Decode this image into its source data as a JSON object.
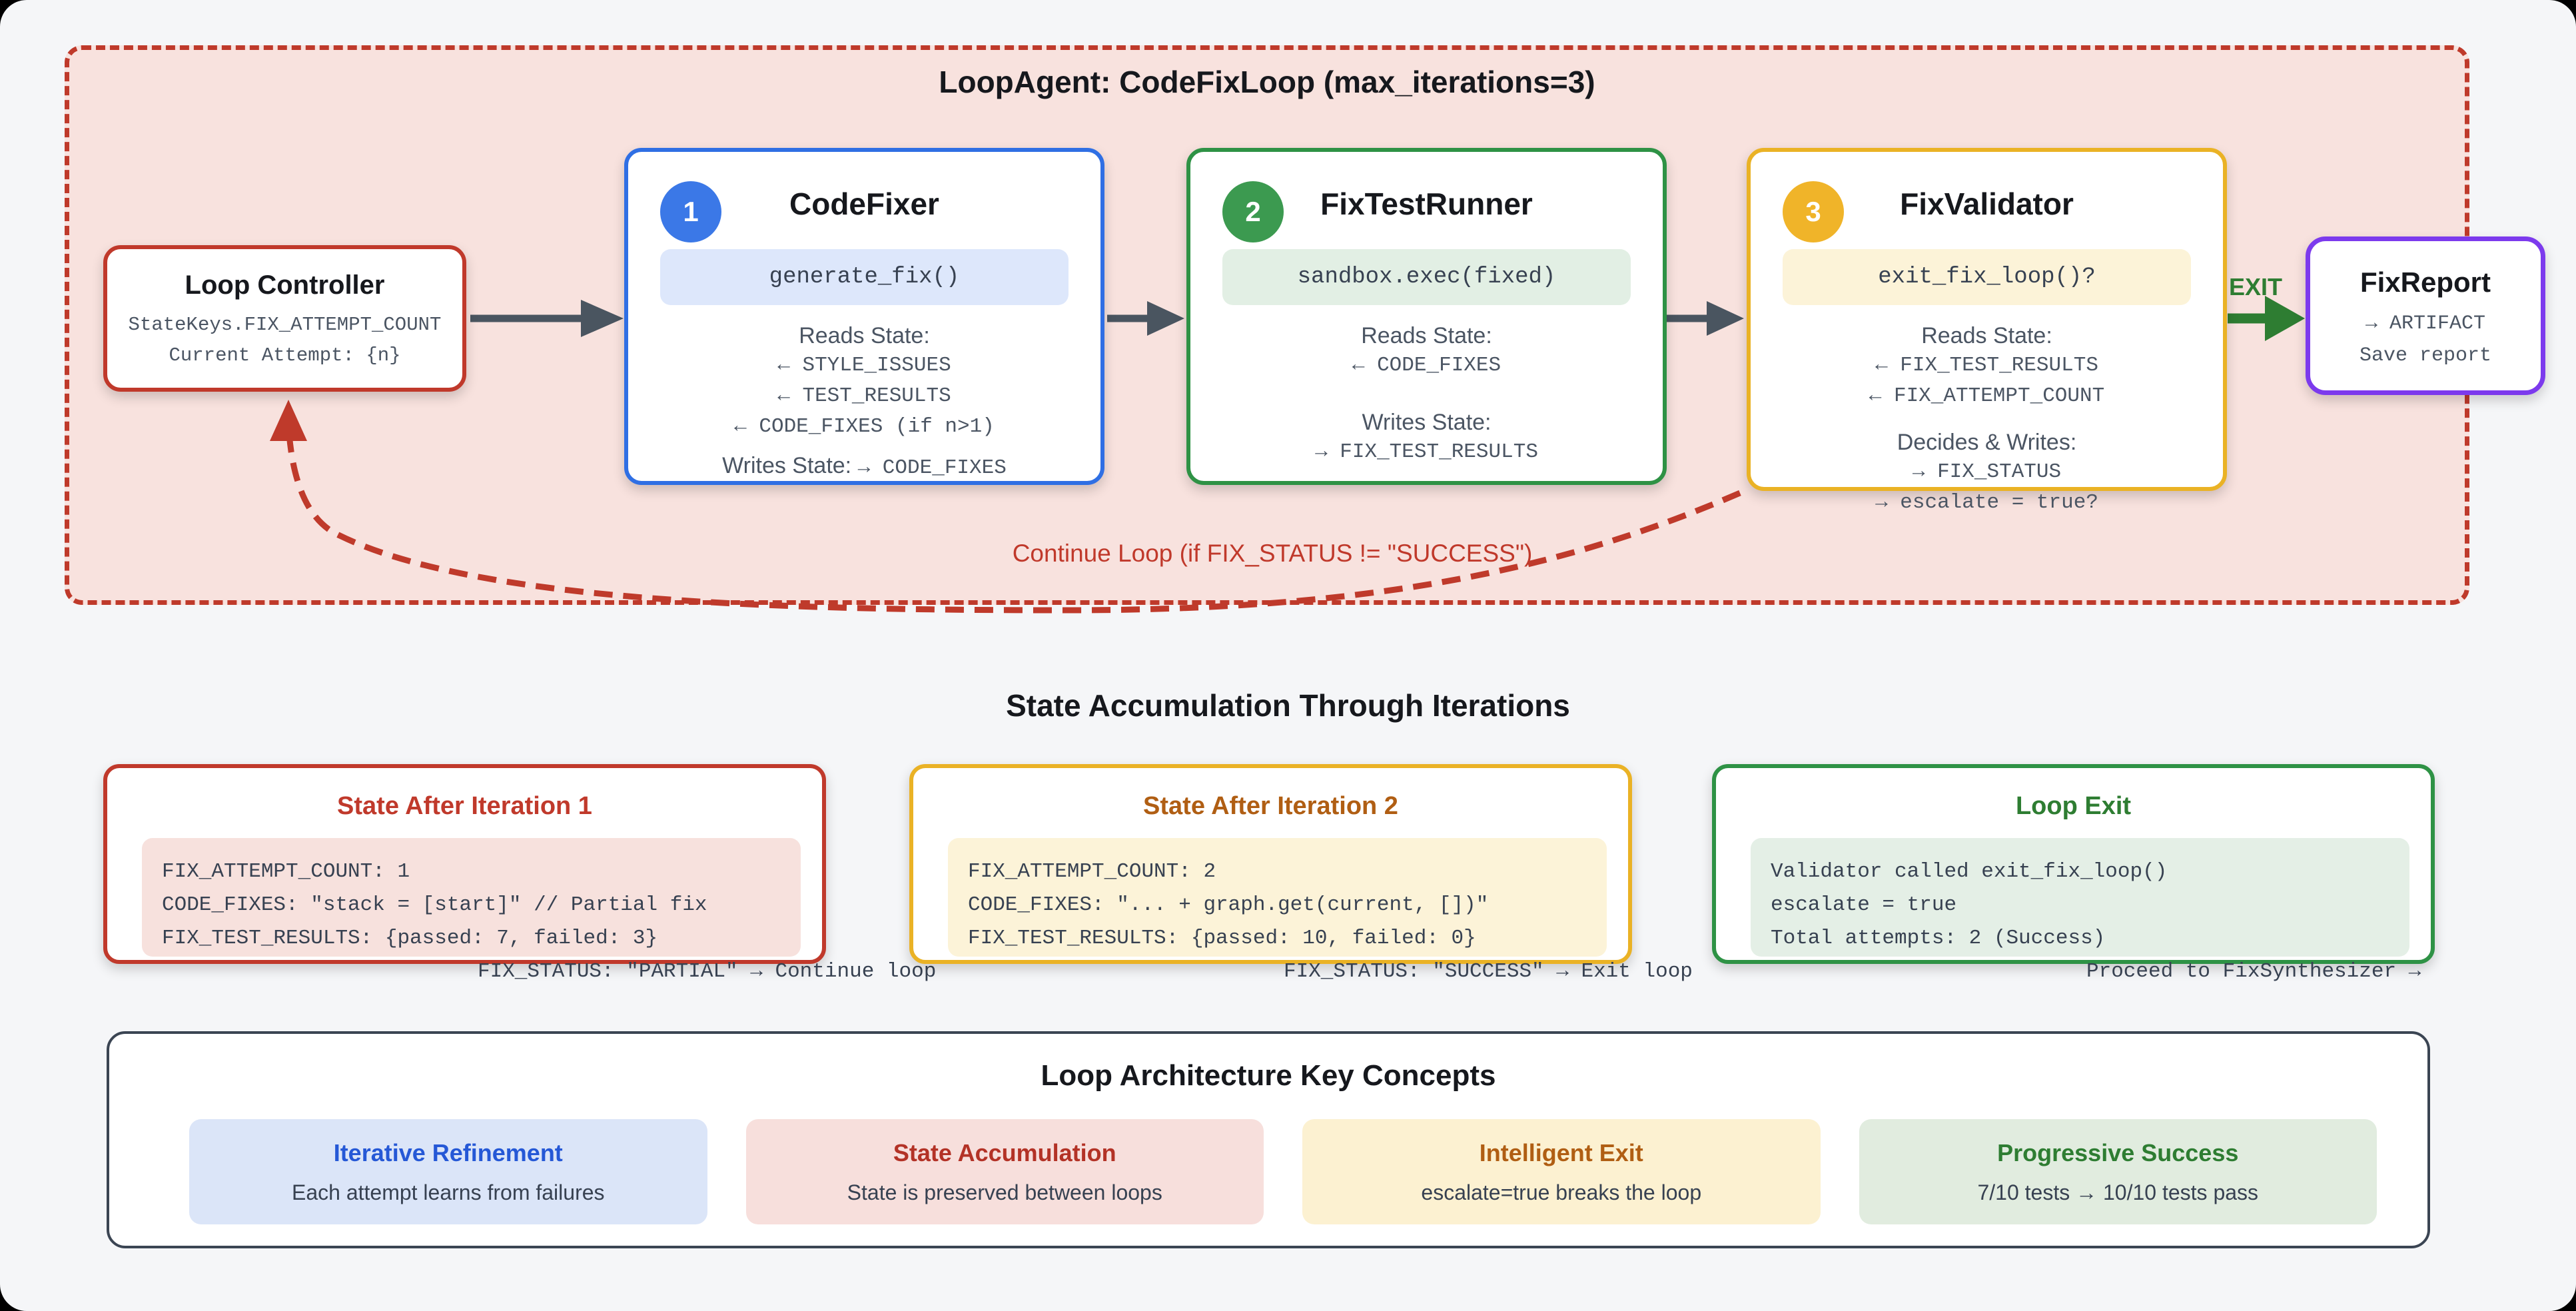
{
  "colors": {
    "page_bg": "#f5f6f8",
    "loop_fill": "#f8e2de",
    "loop_border_red": "#bf3a2b",
    "blue": "#2f6fe4",
    "green": "#2e9245",
    "yellow": "#eab225",
    "purple": "#7c3aed",
    "exit_green": "#2e7d32",
    "mono_gray": "#4b5563"
  },
  "loop": {
    "title": "LoopAgent: CodeFixLoop (max_iterations=3)",
    "controller": {
      "title": "Loop Controller",
      "line1": "StateKeys.FIX_ATTEMPT_COUNT",
      "line2": "Current Attempt: {n}"
    },
    "agents": [
      {
        "badge": "1",
        "name": "CodeFixer",
        "code": "generate_fix()",
        "reads_label": "Reads State:",
        "reads": [
          "← STYLE_ISSUES",
          "← TEST_RESULTS",
          "← CODE_FIXES (if n>1)"
        ],
        "writes_label": "Writes State:",
        "writes": [
          "→ CODE_FIXES"
        ]
      },
      {
        "badge": "2",
        "name": "FixTestRunner",
        "code": "sandbox.exec(fixed)",
        "reads_label": "Reads State:",
        "reads": [
          "← CODE_FIXES"
        ],
        "writes_label": "Writes State:",
        "writes": [
          "→ FIX_TEST_RESULTS"
        ]
      },
      {
        "badge": "3",
        "name": "FixValidator",
        "code": "exit_fix_loop()?",
        "reads_label": "Reads State:",
        "reads": [
          "← FIX_TEST_RESULTS",
          "← FIX_ATTEMPT_COUNT"
        ],
        "writes_label": "Decides & Writes:",
        "writes": [
          "→ FIX_STATUS",
          "→ escalate = true?"
        ]
      }
    ],
    "exit_label": "EXIT",
    "continue_label": "Continue Loop (if FIX_STATUS != \"SUCCESS\")",
    "report": {
      "title": "FixReport",
      "line1": "→ ARTIFACT",
      "line2": "Save report"
    }
  },
  "state_section": {
    "title": "State Accumulation Through Iterations",
    "cards": [
      {
        "title": "State After Iteration 1",
        "lines": [
          "FIX_ATTEMPT_COUNT: 1",
          "CODE_FIXES: \"stack = [start]\" // Partial fix",
          "FIX_TEST_RESULTS: {passed: 7, failed: 3}",
          "FIX_STATUS: \"PARTIAL\" → Continue loop"
        ]
      },
      {
        "title": "State After Iteration 2",
        "lines": [
          "FIX_ATTEMPT_COUNT: 2",
          "CODE_FIXES: \"... + graph.get(current, [])\"",
          "FIX_TEST_RESULTS: {passed: 10, failed: 0}",
          "FIX_STATUS: \"SUCCESS\" → Exit loop"
        ]
      },
      {
        "title": "Loop Exit",
        "lines": [
          "Validator called exit_fix_loop()",
          "escalate = true",
          "Total attempts: 2 (Success)",
          "Proceed to FixSynthesizer →"
        ]
      }
    ]
  },
  "concepts": {
    "title": "Loop Architecture Key Concepts",
    "cards": [
      {
        "title": "Iterative Refinement",
        "desc": "Each attempt learns from failures"
      },
      {
        "title": "State Accumulation",
        "desc": "State is preserved between loops"
      },
      {
        "title": "Intelligent Exit",
        "desc": "escalate=true breaks the loop"
      },
      {
        "title": "Progressive Success",
        "desc": "7/10 tests → 10/10 tests pass"
      }
    ]
  }
}
